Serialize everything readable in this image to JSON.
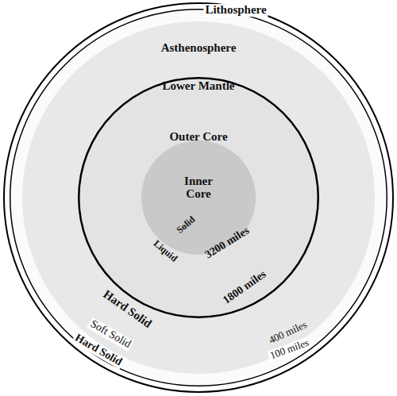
{
  "diagram": {
    "nodes": [
      {
        "text": [
          "Lithosphere"
        ]
      },
      {
        "text": [
          "Asthenosphere"
        ],
        "in": 0
      },
      {
        "text": [
          "Lower Mantle"
        ],
        "in": 1
      },
      {
        "text": [
          "Outer Core"
        ],
        "in": 2
      },
      {
        "text": [
          "Inner Core"
        ],
        "in": 3
      }
    ],
    "labels": [
      "Solid",
      "Liquid",
      "3200 miles",
      "1800 miles",
      "Hard Solid",
      "Soft Solid",
      "Hard Solid",
      "400 miles",
      "100 miles"
    ]
  }
}
